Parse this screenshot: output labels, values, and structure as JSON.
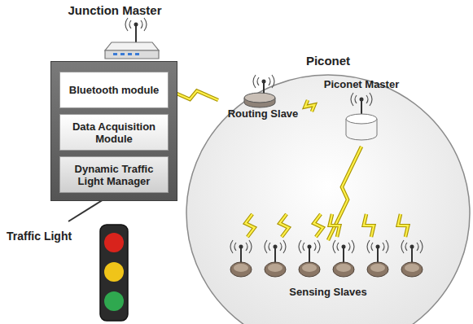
{
  "diagram": {
    "nodes": [
      {
        "text": [
          "Junction Master"
        ]
      },
      {
        "text": [
          "Bluetooth module"
        ],
        "in": 0
      },
      {
        "text": [
          "Data Acquisition Module"
        ],
        "in": 0
      },
      {
        "text": [
          "Dynamic Traffic Light Manager"
        ],
        "in": 0
      },
      {
        "text": [
          "Traffic Light"
        ]
      },
      {
        "text": [
          "Piconet"
        ]
      },
      {
        "text": [
          "Routing Slave"
        ],
        "in": 5
      },
      {
        "text": [
          "Piconet Master"
        ],
        "in": 5
      },
      {
        "text": [
          "Sensing Slaves"
        ],
        "in": 5
      }
    ],
    "edges": [
      {
        "from": 1,
        "to": 6,
        "arrow": "none"
      },
      {
        "from": 6,
        "to": 7,
        "arrow": "none"
      },
      {
        "from": 7,
        "to": 8,
        "arrow": "none"
      },
      {
        "from": 3,
        "to": 4,
        "arrow": "none"
      }
    ]
  }
}
